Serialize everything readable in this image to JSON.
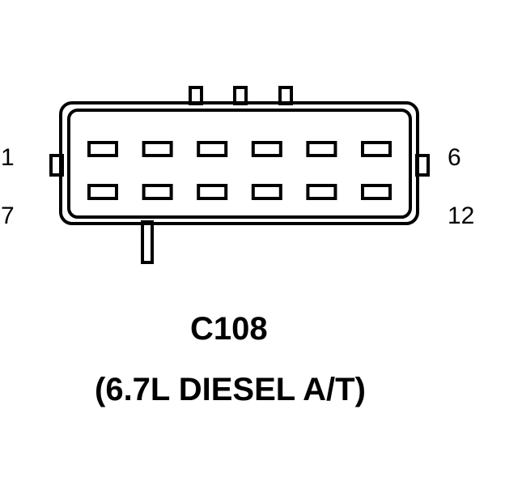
{
  "connector": {
    "id": "C108",
    "description": "(6.7L DIESEL A/T)",
    "pin_labels": {
      "top_left": "1",
      "top_right": "6",
      "bottom_left": "7",
      "bottom_right": "12"
    },
    "rows": 2,
    "pins_per_row": 6,
    "line_color": "#000000",
    "background_color": "#ffffff"
  }
}
